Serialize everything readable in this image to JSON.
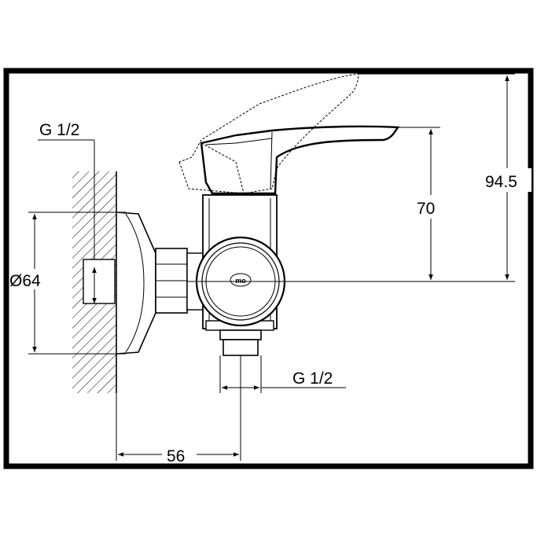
{
  "labels": {
    "wall_thread": "G 1/2",
    "outlet_thread": "G 1/2",
    "flange_diameter": "Ø64",
    "depth": "56",
    "lever_height": "70",
    "total_height": "94.5",
    "logo": "mo"
  }
}
